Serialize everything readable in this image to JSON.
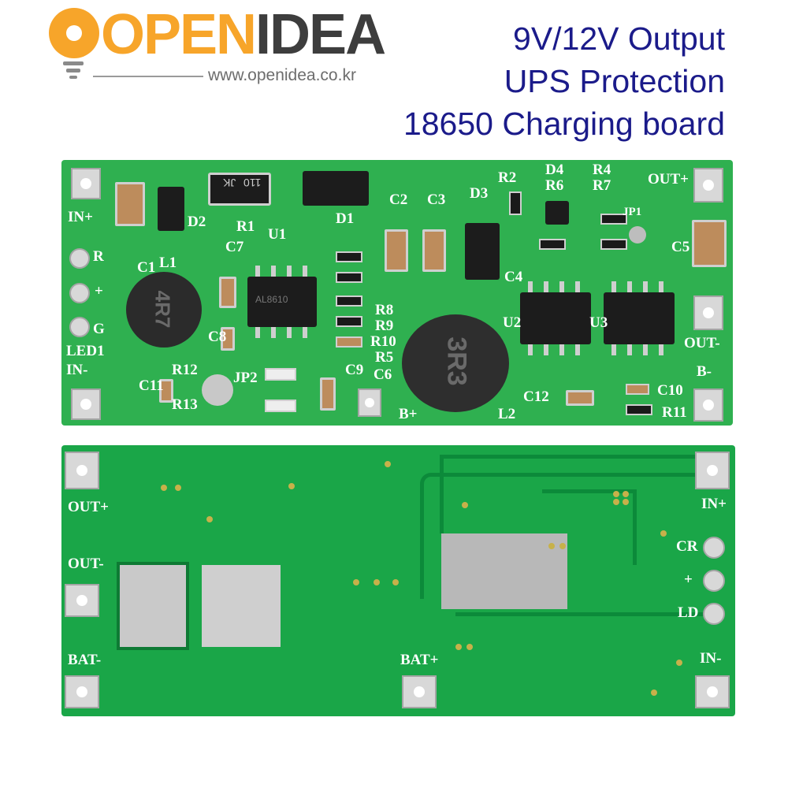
{
  "logo": {
    "brand_orange": "OPEN",
    "brand_dark": "IDEA",
    "url": "www.openidea.co.kr",
    "colors": {
      "orange": "#f7a52a",
      "dark": "#3d3d3d"
    }
  },
  "product": {
    "line1": "9V/12V Output",
    "line2": "UPS Protection",
    "line3": "18650 Charging board",
    "title_color": "#1b1b8a"
  },
  "board_top": {
    "color": "#2fb050",
    "labels": {
      "in_plus": "IN+",
      "in_minus": "IN-",
      "led1": "LED1",
      "r": "R",
      "plus": "+",
      "g": "G",
      "out_plus": "OUT+",
      "out_minus": "OUT-",
      "b_minus": "B-",
      "b_plus": "B+",
      "d1": "D1",
      "d2": "D2",
      "d3": "D3",
      "d4": "D4",
      "r1": "R1",
      "r2": "R2",
      "r4": "R4",
      "r5": "R5",
      "r6": "R6",
      "r7": "R7",
      "r8": "R8",
      "r9": "R9",
      "r10": "R10",
      "r11": "R11",
      "r12": "R12",
      "r13": "R13",
      "c1": "C1",
      "c2": "C2",
      "c3": "C3",
      "c4": "C4",
      "c5": "C5",
      "c6": "C6",
      "c7": "C7",
      "c8": "C8",
      "c9": "C9",
      "c10": "C10",
      "c11": "C11",
      "c12": "C12",
      "u1": "U1",
      "u2": "U2",
      "u3": "U3",
      "l1": "L1",
      "l2": "L2",
      "jp1": "JP1",
      "jp2": "JP2"
    },
    "markings": {
      "inductor_l1": "4R7",
      "inductor_l2": "3R3",
      "diode_jk": "JK",
      "diode_code": "110",
      "chip_u1": "AL8610"
    }
  },
  "board_bottom": {
    "color": "#1aa648",
    "labels": {
      "out_plus": "OUT+",
      "out_minus": "OUT-",
      "bat_minus": "BAT-",
      "bat_plus": "BAT+",
      "in_plus": "IN+",
      "cr": "CR",
      "plus": "+",
      "ld": "LD",
      "in_minus": "IN-"
    }
  }
}
